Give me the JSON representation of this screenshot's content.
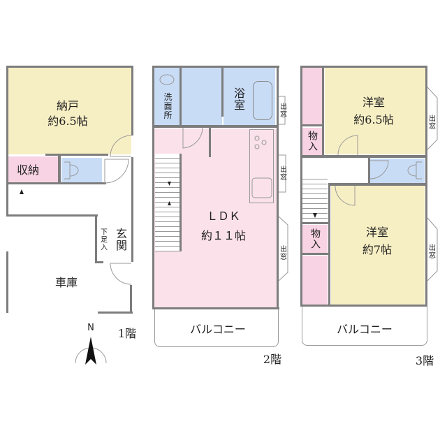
{
  "colors": {
    "storage": "#f7efc4",
    "closet": "#f8d3e3",
    "wet": "#c9dcf6",
    "ldk": "#fae1ea",
    "wall": "#7d7d7d"
  },
  "floor1": {
    "level": "1階",
    "nando_name": "納戸",
    "nando_size": "約6.5帖",
    "shuno": "収納",
    "genkan": "玄関",
    "geta": "下足入",
    "garage": "車庫",
    "compass": "N"
  },
  "floor2": {
    "level": "2階",
    "washroom": "洗面所",
    "bath": "浴室",
    "ldk_name": "ＬＤＫ",
    "ldk_size": "約１１帖",
    "bay1": "出窓",
    "bay2": "出窓",
    "bay3": "出窓",
    "balcony": "バルコニー"
  },
  "floor3": {
    "level": "3階",
    "room1_name": "洋室",
    "room1_size": "約6.5帖",
    "room2_name": "洋室",
    "room2_size": "約7帖",
    "storage1": "物入",
    "storage2": "物入",
    "bay1": "出窓",
    "bay2": "出窓",
    "balcony": "バルコニー"
  }
}
